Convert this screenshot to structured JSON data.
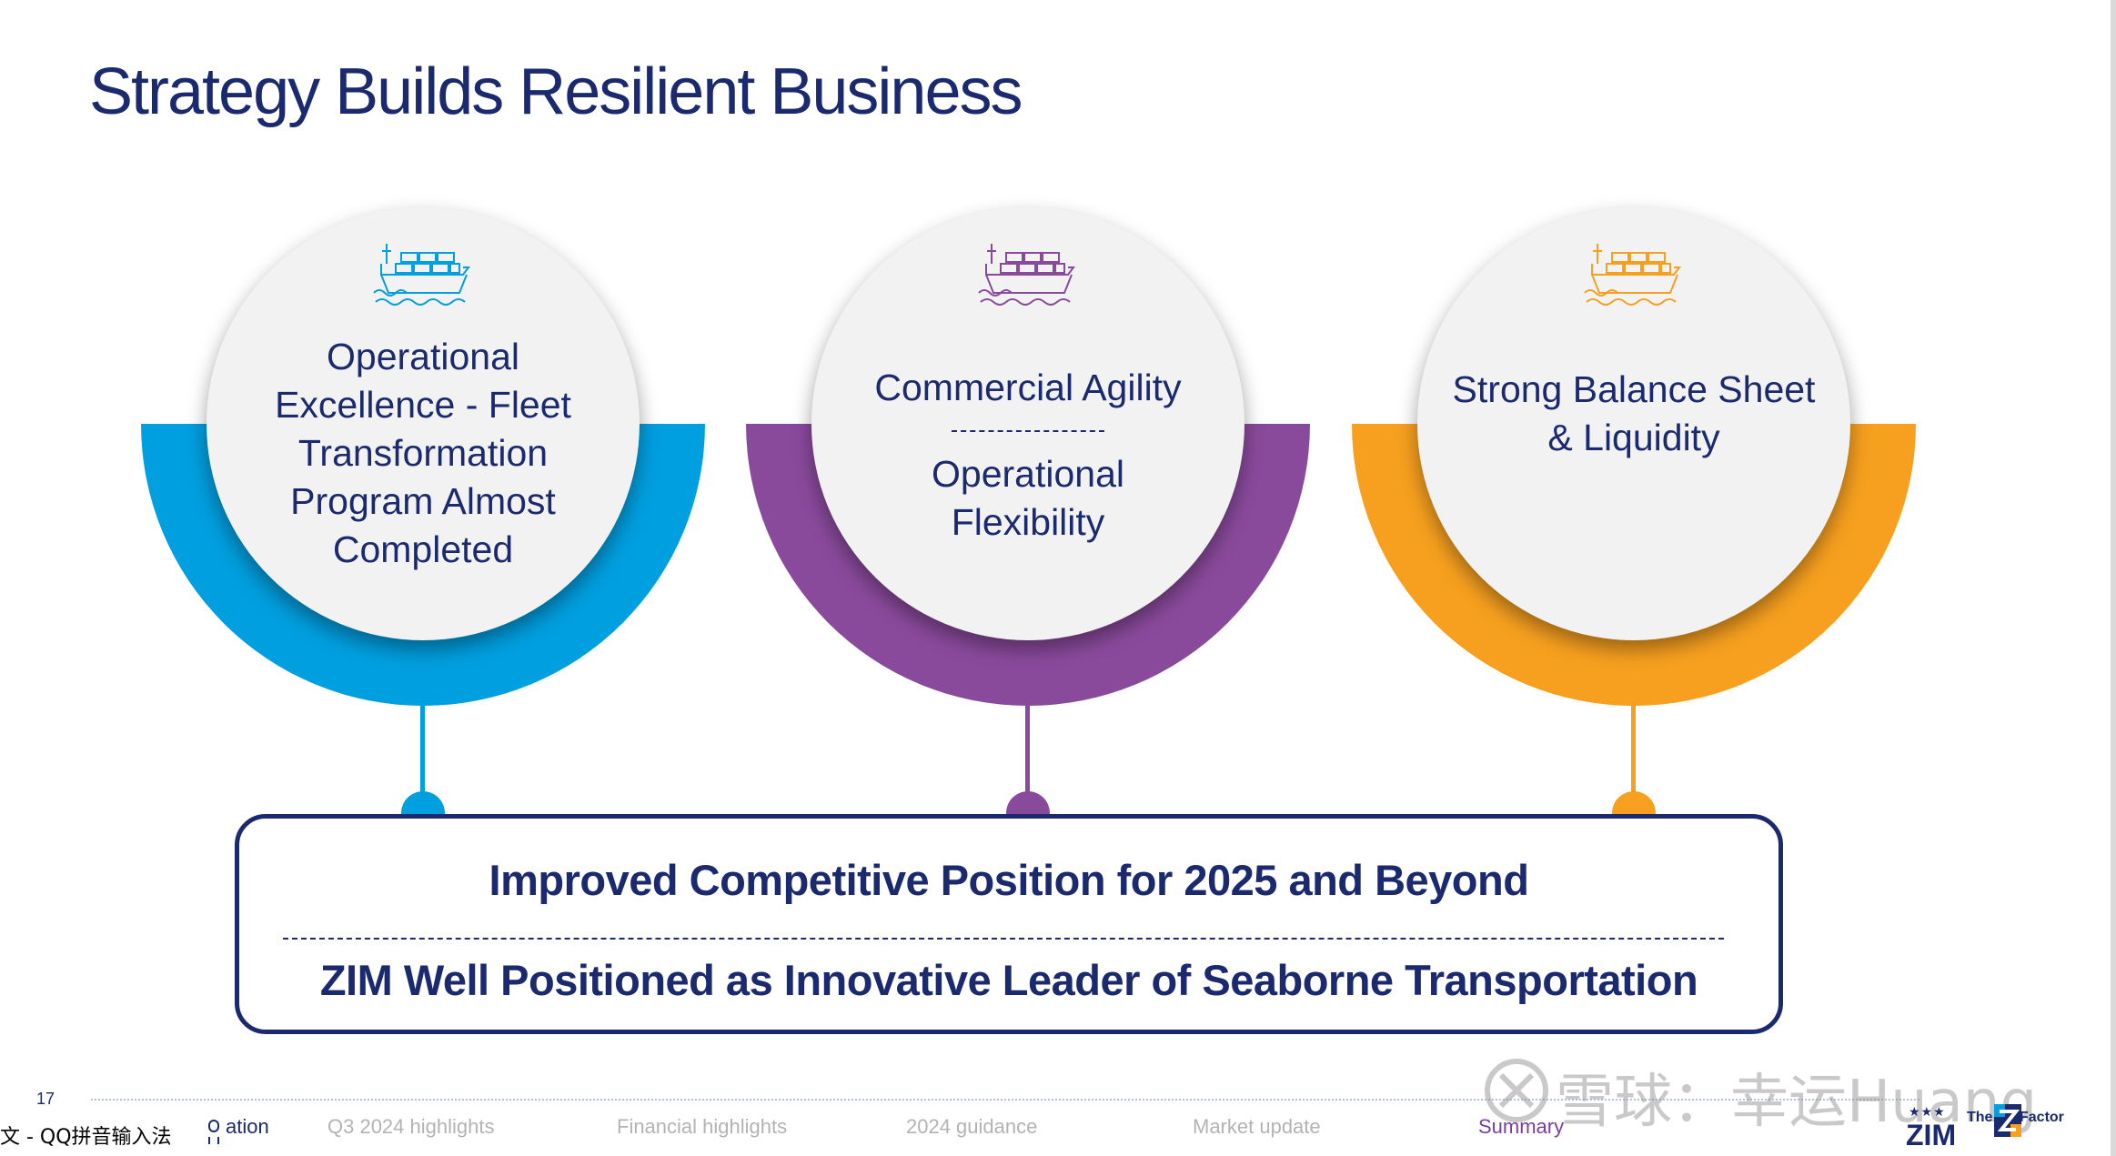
{
  "slide": {
    "title": "Strategy Builds Resilient Business",
    "page_number": "17"
  },
  "pillars": [
    {
      "color": "#009fdf",
      "icon": "container-ship-icon",
      "text": "Operational Excellence - Fleet Transformation Program Almost Completed"
    },
    {
      "color": "#8a4a9c",
      "icon": "container-ship-icon",
      "text_top": "Commercial Agility",
      "text_bottom": "Operational Flexibility"
    },
    {
      "color": "#f7a01f",
      "icon": "container-ship-icon",
      "text": "Strong Balance Sheet & Liquidity"
    }
  ],
  "outcome": {
    "line1": "Improved Competitive Position for 2025 and Beyond",
    "line2": "ZIM Well Positioned as Innovative Leader of Seaborne Transportation"
  },
  "footer_nav": [
    {
      "label": "ation"
    },
    {
      "label": "Q3 2024 highlights"
    },
    {
      "label": "Financial highlights"
    },
    {
      "label": "2024 guidance"
    },
    {
      "label": "Market update"
    },
    {
      "label": "Summary",
      "active": true
    }
  ],
  "ime_text": "文 - QQ拼音输入法",
  "watermark": "雪球：幸运Huang",
  "logo": {
    "name": "ZIM",
    "tagline_left": "The",
    "tagline_right": "Factor"
  },
  "colors": {
    "navy": "#1b2a6e",
    "blue": "#009fdf",
    "purple": "#8a4a9c",
    "orange": "#f7a01f"
  }
}
